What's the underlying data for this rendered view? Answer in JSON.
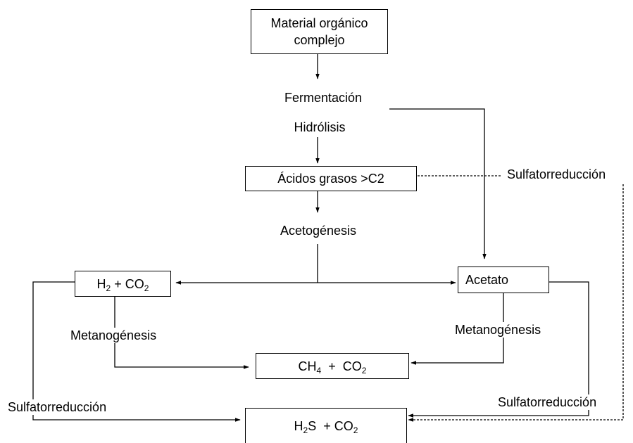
{
  "nodes": {
    "material_line1": "Material orgánico",
    "material_line2": "complejo",
    "acidos": "Ácidos grasos >C2",
    "h2": "H",
    "h2_sub": "2",
    "h2_plus": " + CO",
    "h2_co2_sub": "2",
    "acetato": "Acetato",
    "ch4": "CH",
    "ch4_sub": "4",
    "ch4_plus": "  +  CO",
    "ch4_co2_sub": "2",
    "h2s": "H",
    "h2s_sub": "2",
    "h2s_rest": "S  + CO",
    "h2s_co2_sub": "2"
  },
  "labels": {
    "fermentacion": "Fermentación",
    "hidrolisis": "Hidrólisis",
    "acetogenesis": "Acetogénesis",
    "metanogenesis_left": "Metanogénesis",
    "metanogenesis_right": "Metanogénesis",
    "sulfato_top": "Sulfatorreducción",
    "sulfato_left": "Sulfatorreducción",
    "sulfato_right": "Sulfatorreducción"
  },
  "colors": {
    "line": "#000000",
    "background": "#ffffff"
  }
}
